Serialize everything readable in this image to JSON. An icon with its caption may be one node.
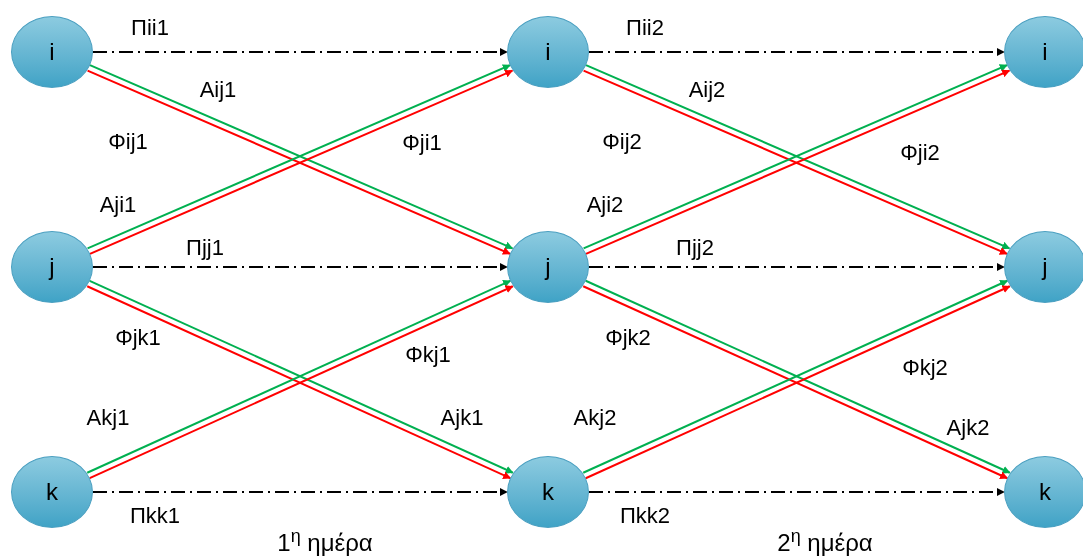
{
  "diagram": {
    "nodes": [
      {
        "text": [
          "i"
        ]
      },
      {
        "text": [
          "i"
        ]
      },
      {
        "text": [
          "i"
        ]
      },
      {
        "text": [
          "j"
        ]
      },
      {
        "text": [
          "j"
        ]
      },
      {
        "text": [
          "j"
        ]
      },
      {
        "text": [
          "k"
        ]
      },
      {
        "text": [
          "k"
        ]
      },
      {
        "text": [
          "k"
        ]
      }
    ],
    "edges": [
      {
        "from": 0,
        "to": 1,
        "arrow": "to",
        "style": "dashed",
        "color": "#000000",
        "label": "Πii1"
      },
      {
        "from": 3,
        "to": 4,
        "arrow": "to",
        "style": "dashed",
        "color": "#000000",
        "label": "Πjj1"
      },
      {
        "from": 6,
        "to": 7,
        "arrow": "to",
        "style": "dashed",
        "color": "#000000",
        "label": "Πkk1"
      },
      {
        "from": 0,
        "to": 4,
        "arrow": "to",
        "color": "#00b050",
        "label": "Aij1"
      },
      {
        "from": 0,
        "to": 4,
        "arrow": "to",
        "color": "#ff0000",
        "label": "Φij1"
      },
      {
        "from": 3,
        "to": 1,
        "arrow": "to",
        "color": "#00b050",
        "label": "Aji1"
      },
      {
        "from": 3,
        "to": 1,
        "arrow": "to",
        "color": "#ff0000",
        "label": "Φji1"
      },
      {
        "from": 3,
        "to": 7,
        "arrow": "to",
        "color": "#00b050",
        "label": "Ajk1"
      },
      {
        "from": 3,
        "to": 7,
        "arrow": "to",
        "color": "#ff0000",
        "label": "Φjk1"
      },
      {
        "from": 6,
        "to": 4,
        "arrow": "to",
        "color": "#00b050",
        "label": "Akj1"
      },
      {
        "from": 6,
        "to": 4,
        "arrow": "to",
        "color": "#ff0000",
        "label": "Φkj1"
      },
      {
        "from": 1,
        "to": 2,
        "arrow": "to",
        "style": "dashed",
        "color": "#000000",
        "label": "Πii2"
      },
      {
        "from": 4,
        "to": 5,
        "arrow": "to",
        "style": "dashed",
        "color": "#000000",
        "label": "Πjj2"
      },
      {
        "from": 7,
        "to": 8,
        "arrow": "to",
        "style": "dashed",
        "color": "#000000",
        "label": "Πkk2"
      },
      {
        "from": 1,
        "to": 5,
        "arrow": "to",
        "color": "#00b050",
        "label": "Aij2"
      },
      {
        "from": 1,
        "to": 5,
        "arrow": "to",
        "color": "#ff0000",
        "label": "Φij2"
      },
      {
        "from": 4,
        "to": 2,
        "arrow": "to",
        "color": "#00b050",
        "label": "Aji2"
      },
      {
        "from": 4,
        "to": 2,
        "arrow": "to",
        "color": "#ff0000",
        "label": "Φji2"
      },
      {
        "from": 4,
        "to": 8,
        "arrow": "to",
        "color": "#00b050",
        "label": "Ajk2"
      },
      {
        "from": 4,
        "to": 8,
        "arrow": "to",
        "color": "#ff0000",
        "label": "Φjk2"
      },
      {
        "from": 7,
        "to": 5,
        "arrow": "to",
        "color": "#00b050",
        "label": "Akj2"
      },
      {
        "from": 7,
        "to": 5,
        "arrow": "to",
        "color": "#ff0000",
        "label": "Φkj2"
      }
    ],
    "labels": [
      "1$^{η}$ ημέρα",
      "2$^{η}$ ημέρα"
    ]
  }
}
